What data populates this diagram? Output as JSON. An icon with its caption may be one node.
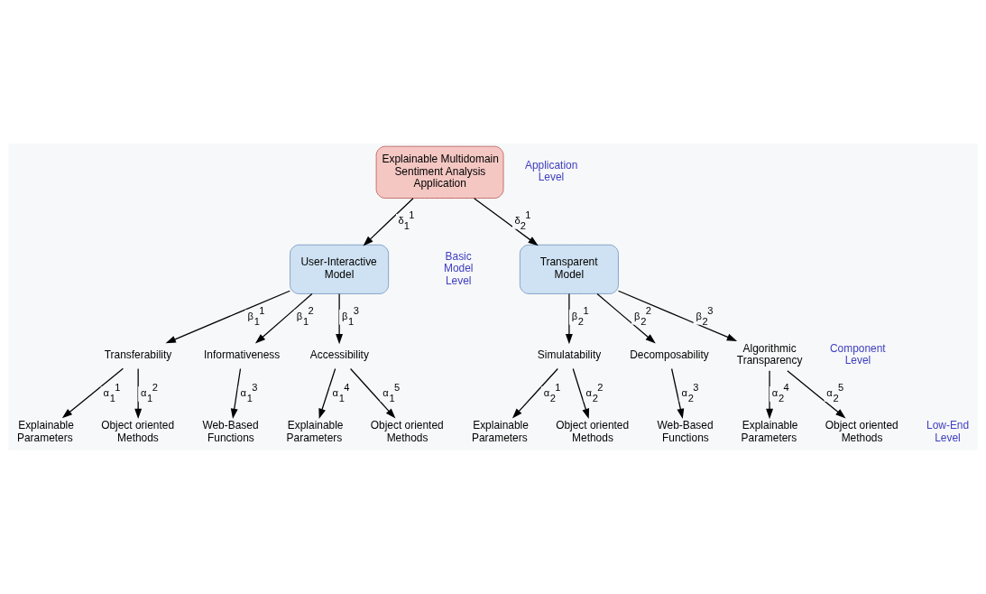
{
  "diagram": {
    "nodes": [
      {
        "text": [
          "Explainable Multidomain Sentiment Analysis Application"
        ]
      },
      {
        "text": [
          "User-Interactive Model"
        ]
      },
      {
        "text": [
          "Transparent Model"
        ]
      },
      {
        "text": [
          "Transferability"
        ]
      },
      {
        "text": [
          "Informativeness"
        ]
      },
      {
        "text": [
          "Accessibility"
        ]
      },
      {
        "text": [
          "Simulatability"
        ]
      },
      {
        "text": [
          "Decomposability"
        ]
      },
      {
        "text": [
          "Algorithmic Transparency"
        ]
      },
      {
        "text": [
          "Explainable Parameters"
        ]
      },
      {
        "text": [
          "Object oriented Methods"
        ]
      },
      {
        "text": [
          "Web-Based Functions"
        ]
      },
      {
        "text": [
          "Explainable Parameters"
        ]
      },
      {
        "text": [
          "Object oriented Methods"
        ]
      },
      {
        "text": [
          "Explainable Parameters"
        ]
      },
      {
        "text": [
          "Object oriented Methods"
        ]
      },
      {
        "text": [
          "Web-Based Functions"
        ]
      },
      {
        "text": [
          "Explainable Parameters"
        ]
      },
      {
        "text": [
          "Object oriented Methods"
        ]
      }
    ],
    "edges": [
      {
        "from": 0,
        "to": 1,
        "arrow": "to",
        "label": "δ$_{1}$$^{1}$"
      },
      {
        "from": 0,
        "to": 2,
        "arrow": "to",
        "label": "δ$_{2}$$^{1}$"
      },
      {
        "from": 1,
        "to": 3,
        "arrow": "to",
        "label": "β$_{1}$$^{1}$"
      },
      {
        "from": 1,
        "to": 4,
        "arrow": "to",
        "label": "β$_{1}$$^{2}$"
      },
      {
        "from": 1,
        "to": 5,
        "arrow": "to",
        "label": "β$_{1}$$^{3}$"
      },
      {
        "from": 2,
        "to": 6,
        "arrow": "to",
        "label": "β$_{2}$$^{1}$"
      },
      {
        "from": 2,
        "to": 7,
        "arrow": "to",
        "label": "β$_{2}$$^{2}$"
      },
      {
        "from": 2,
        "to": 8,
        "arrow": "to",
        "label": "β$_{2}$$^{3}$"
      },
      {
        "from": 3,
        "to": 9,
        "arrow": "to",
        "label": "α$_{1}$$^{1}$"
      },
      {
        "from": 3,
        "to": 10,
        "arrow": "to",
        "label": "α$_{1}$$^{2}$"
      },
      {
        "from": 4,
        "to": 11,
        "arrow": "to",
        "label": "α$_{1}$$^{3}$"
      },
      {
        "from": 5,
        "to": 12,
        "arrow": "to",
        "label": "α$_{1}$$^{4}$"
      },
      {
        "from": 5,
        "to": 13,
        "arrow": "to",
        "label": "α$_{1}$$^{5}$"
      },
      {
        "from": 6,
        "to": 14,
        "arrow": "to",
        "label": "α$_{2}$$^{1}$"
      },
      {
        "from": 6,
        "to": 15,
        "arrow": "to",
        "label": "α$_{2}$$^{2}$"
      },
      {
        "from": 7,
        "to": 16,
        "arrow": "to",
        "label": "α$_{2}$$^{3}$"
      },
      {
        "from": 8,
        "to": 17,
        "arrow": "to",
        "label": "α$_{2}$$^{4}$"
      },
      {
        "from": 8,
        "to": 18,
        "arrow": "to",
        "label": "α$_{2}$$^{5}$"
      }
    ],
    "labels": [
      "Application Level",
      "Basic Model Level",
      "Component Level",
      "Low-End Level"
    ]
  }
}
